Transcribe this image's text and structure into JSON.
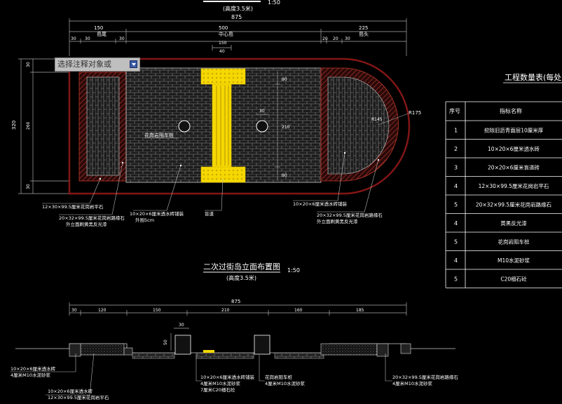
{
  "top_plan": {
    "scale_label": "1:50",
    "height_note": "(高度3.5米)",
    "dim_total": "875",
    "dim_left": "150",
    "dim_middle": "500",
    "dim_right": "225",
    "dim_30a": "30",
    "dim_30b": "30",
    "dim_30c": "30",
    "dim_left_center": "島尾",
    "dim_mid_center": "中心島",
    "dim_right_center": "島头",
    "dim_150": "150",
    "dim_40": "40",
    "dim_20a": "20",
    "dim_20b": "20",
    "dim_30d": "30",
    "dim_left_vertical": "320",
    "dim_v1": "30",
    "dim_v2": "260",
    "dim_v3": "30",
    "dim_inner_90a": "90",
    "dim_inner_30": "30",
    "dim_inner_210": "210",
    "dim_inner_90b": "90",
    "radius_R175": "R175",
    "radius_R145": "R145",
    "label_bollard": "花岗岩阻车桩",
    "note_curb_left": "12×30×99.5厘米花岗岩平石",
    "note_edge_stone": "20×32×99.5厘米花岗岩路缘石",
    "note_edge_stone_sub": "外立面刷黄黑反光漆",
    "note_paving": "10×20×6厘米透水砖铺装",
    "note_paving_sub": "外围5cm",
    "note_blind": "盲道",
    "note_paving_right": "10×20×6厘米透水砖铺装",
    "note_edge_right": "20×32×99.5厘米花岗岩路缘石",
    "note_edge_right_sub": "外立面刷黄黑反光漆"
  },
  "tooltip": {
    "text": "选择注释对象或"
  },
  "quantity_table": {
    "title": "工程数量表(每处)",
    "header_no": "序号",
    "header_name": "指标名称",
    "rows": [
      {
        "no": "1",
        "name": "挖除旧沥青面层10厘米厚"
      },
      {
        "no": "2",
        "name": "10×20×6厘米透水砖"
      },
      {
        "no": "3",
        "name": "20×20×6厘米盲道砖"
      },
      {
        "no": "4",
        "name": "12×30×99.5厘米花岗岩平石"
      },
      {
        "no": "5",
        "name": "20×32×99.5厘米花岗岩路缘石"
      },
      {
        "no": "4",
        "name": "黄黑反光漆"
      },
      {
        "no": "5",
        "name": "花岗岩阻车桩"
      },
      {
        "no": "4",
        "name": "M10水泥砂浆"
      },
      {
        "no": "5",
        "name": "C20细石砼"
      }
    ]
  },
  "elevation": {
    "title": "二次过街岛立面布置图",
    "scale_label": "1:50",
    "height_note": "(高度3.5米)",
    "dim_total": "875",
    "dim_30": "30",
    "dim_120": "120",
    "dim_150": "150",
    "dim_210": "210",
    "dim_160": "160",
    "dim_185": "185",
    "dim_top_30": "30",
    "dim_50": "50",
    "note_left_1": "10×20×6厘米透水砖",
    "note_left_2": "4厘米M10水泥砂浆",
    "note_left_3": "10×20×6厘米透水砖",
    "note_left_4": "12×30×99.5厘米花岗岩平石",
    "note_mid_1": "10×20×6厘米透水砖铺装",
    "note_mid_2": "4厘米M10水泥砂浆",
    "note_mid_3": "7厘米C20细石砼",
    "note_bollard_1": "花岗岩阻车桩",
    "note_bollard_2": "4厘米M10水泥砂浆",
    "note_right_1": "20×32×99.5厘米花岗岩路缘石",
    "note_right_2": "4厘米M10水泥砂浆"
  }
}
